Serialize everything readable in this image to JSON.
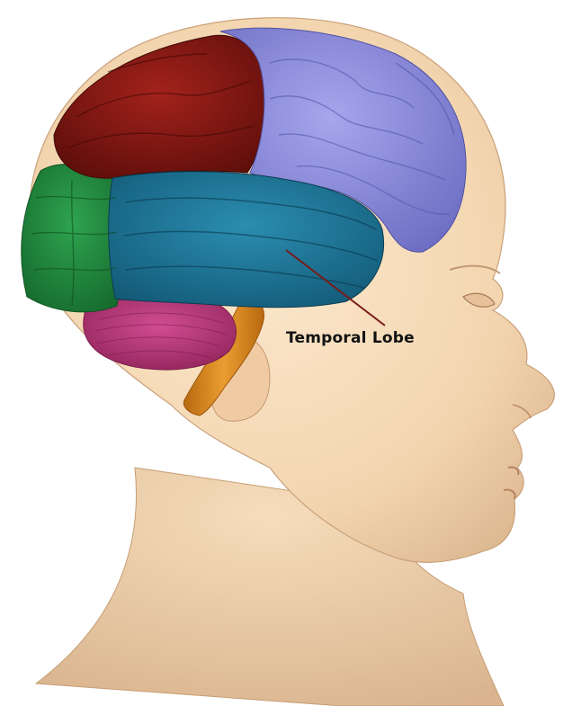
{
  "diagram": {
    "callout": {
      "label": "Temporal Lobe"
    },
    "regions": [
      {
        "name": "frontal-lobe",
        "color": "#8a8ad8"
      },
      {
        "name": "parietal-lobe",
        "color": "#7a1410"
      },
      {
        "name": "occipital-lobe",
        "color": "#1f8a3c"
      },
      {
        "name": "temporal-lobe",
        "color": "#1a6f8f"
      },
      {
        "name": "cerebellum",
        "color": "#b8357a"
      },
      {
        "name": "brainstem",
        "color": "#d98a1e"
      }
    ],
    "colors": {
      "skin": "#f3d6b0",
      "skin_shadow": "#d9b58c",
      "leader_line": "#7a1a1a"
    }
  }
}
